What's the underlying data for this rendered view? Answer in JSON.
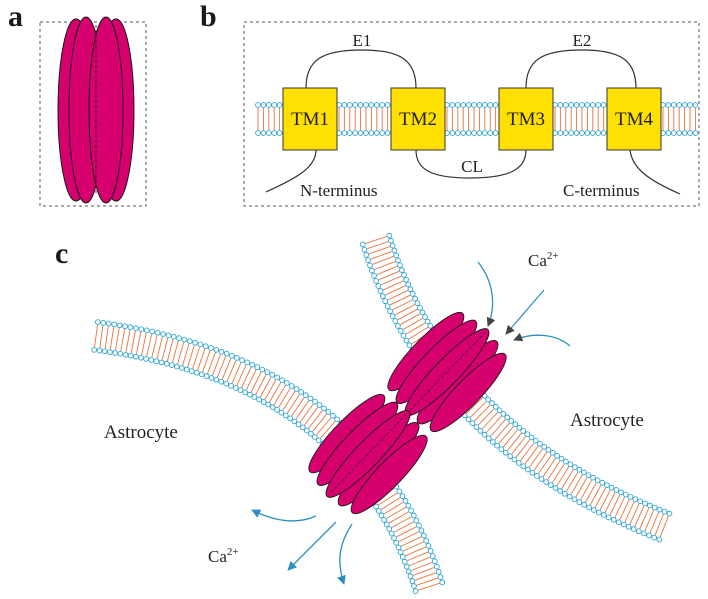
{
  "panels": {
    "a": {
      "letter": "a"
    },
    "b": {
      "letter": "b",
      "segments": [
        "TM1",
        "TM2",
        "TM3",
        "TM4"
      ],
      "loops": {
        "e1": "E1",
        "e2": "E2",
        "cl": "CL"
      },
      "termini": {
        "n": "N-terminus",
        "c": "C-terminus"
      }
    },
    "c": {
      "letter": "c",
      "cells": {
        "left": "Astrocyte",
        "right": "Astrocyte"
      },
      "ion_top": {
        "base": "Ca",
        "charge": "2+"
      },
      "ion_bottom": {
        "base": "Ca",
        "charge": "2+"
      }
    }
  },
  "colors": {
    "connexin": "#d6006e",
    "tm_box": "#ffe000",
    "lipid_head": "#29a3d4",
    "lipid_tail": "#e8743b",
    "arrow_blue": "#2d8fbf",
    "line": "#333333"
  }
}
